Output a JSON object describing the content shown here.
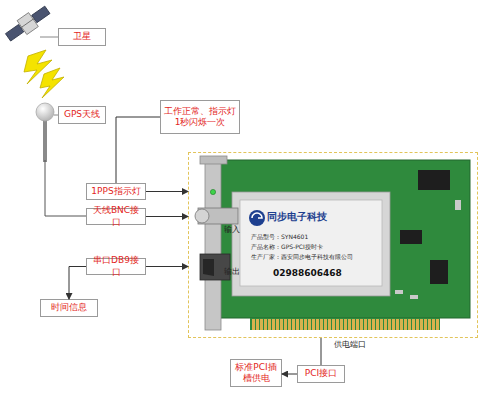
{
  "diagram": {
    "nodes": [
      {
        "text": [
          "卫星"
        ]
      },
      {
        "text": [
          "GPS天线"
        ]
      },
      {
        "text": [
          "工作正常、指示灯 1秒闪烁一次"
        ]
      },
      {
        "text": [
          "1PPS指示灯"
        ]
      },
      {
        "text": [
          "天线BNC接口"
        ]
      },
      {
        "text": [
          "串口DB9接口"
        ]
      },
      {
        "text": [
          "时间信息"
        ]
      },
      {
        "text": [
          "同步电子科技",
          "产品型号：SYN4601",
          "产品名称：GPS-PCI授时卡",
          "生产厂家：西安同步电子科技有限公司",
          "02988606468"
        ]
      },
      {
        "text": [
          "PCI接口"
        ]
      },
      {
        "text": [
          "标准PCI插槽供电"
        ]
      }
    ],
    "edges": [
      {
        "from": 2,
        "to": 3,
        "arrow": "none"
      },
      {
        "from": 3,
        "to": 7,
        "arrow": "to"
      },
      {
        "from": 4,
        "to": 7,
        "label": "输入",
        "arrow": "to"
      },
      {
        "from": 5,
        "to": 7,
        "label": "输出",
        "arrow": "to"
      },
      {
        "from": 5,
        "to": 6,
        "arrow": "to"
      },
      {
        "from": 7,
        "to": 8,
        "label": "供电端口",
        "arrow": "none"
      },
      {
        "from": 8,
        "to": 9,
        "arrow": "to"
      }
    ]
  }
}
